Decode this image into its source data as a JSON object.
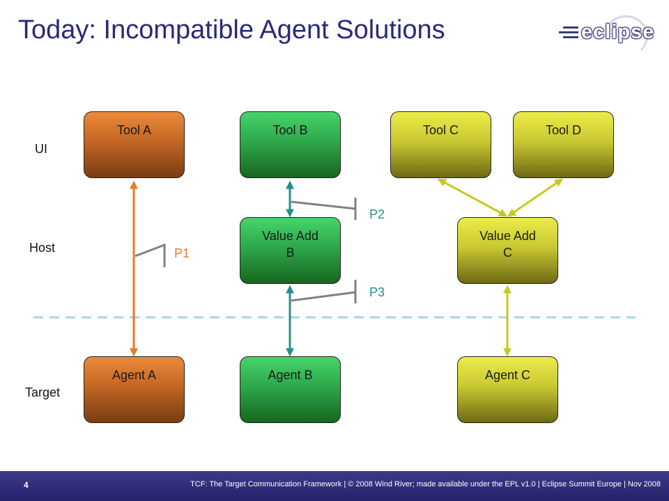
{
  "title": "Today: Incompatible Agent Solutions",
  "logo": {
    "text": "eclipse"
  },
  "rows": {
    "ui": "UI",
    "host": "Host",
    "target": "Target"
  },
  "boxes": {
    "tool_a": "Tool A",
    "tool_b": "Tool B",
    "tool_c": "Tool C",
    "tool_d": "Tool D",
    "value_add_b": "Value Add B",
    "value_add_c": "Value Add C",
    "agent_a": "Agent A",
    "agent_b": "Agent B",
    "agent_c": "Agent C"
  },
  "protocols": {
    "p1": "P1",
    "p2": "P2",
    "p3": "P3"
  },
  "colors": {
    "orange": "#e87a2a",
    "teal": "#20908e",
    "yellow": "#c8c820",
    "gray": "#808080",
    "dashed": "#a8d4e0"
  },
  "footer": {
    "page": "4",
    "text": "TCF: The Target Communication Framework | © 2008 Wind River; made available under the EPL v1.0 | Eclipse Summit Europe | Nov 2008"
  }
}
